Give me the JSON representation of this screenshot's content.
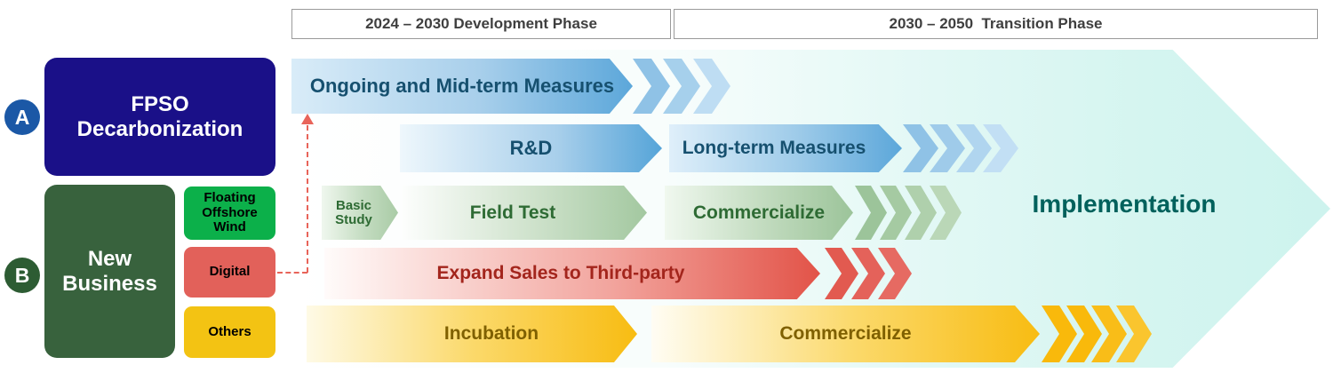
{
  "header": {
    "phase_development": "2024 – 2030 Development Phase",
    "phase_transition": "2030 – 2050  Transition Phase"
  },
  "left_panel": {
    "badge_a": "A",
    "badge_b": "B",
    "fpso_label": "FPSO Decarbonization",
    "new_business_label": "New Business",
    "categories": [
      {
        "id": "floating-offshore-wind",
        "label": "Floating Offshore Wind",
        "color": "#0cb04a"
      },
      {
        "id": "digital",
        "label": "Digital",
        "color": "#e2615a"
      },
      {
        "id": "others",
        "label": "Others",
        "color": "#f3c313"
      }
    ]
  },
  "timeline": {
    "ongoing": "Ongoing and Mid-term Measures",
    "rnd": "R&D",
    "long_term": "Long-term Measures",
    "basic_study": "Basic Study",
    "field_test": "Field Test",
    "commercialize_fow": "Commercialize",
    "expand_sales": "Expand Sales to Third-party",
    "incubation": "Incubation",
    "commercialize_others": "Commercialize",
    "implementation": "Implementation"
  },
  "colors": {
    "fpso_box": "#1a1088",
    "new_business_box": "#38623d",
    "badge_a": "#1b58a6",
    "badge_b": "#2d5c33",
    "blue_arrow_end": "#5ca7da",
    "blue_text": "#16506f",
    "green_arrow_end": "#9cc49a",
    "green_text": "#2e6b34",
    "red_arrow_end": "#e25348",
    "red_text": "#a3251c",
    "yellow_arrow_end": "#f8bc12",
    "yellow_text": "#7f6000",
    "implementation_fill": "#d5f5f0",
    "implementation_text": "#00615c",
    "connector": "#e8645a"
  }
}
